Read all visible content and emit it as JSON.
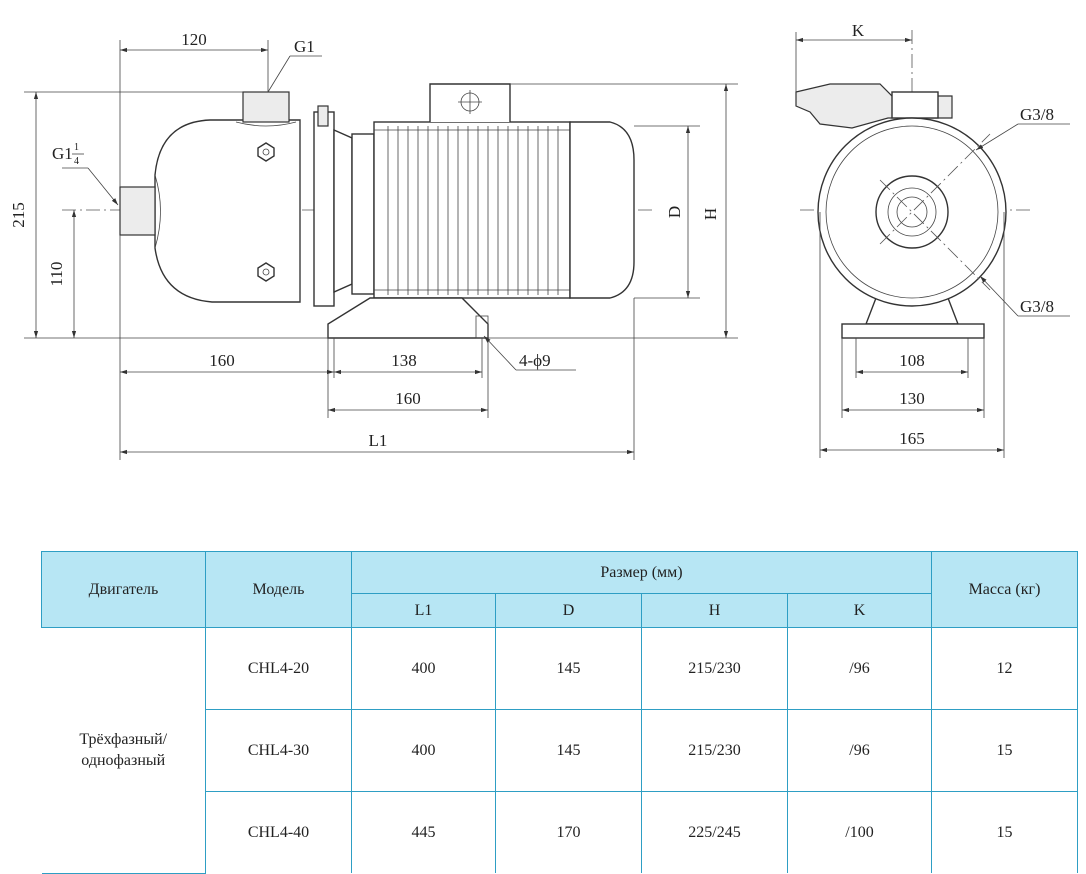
{
  "drawing": {
    "side_view": {
      "dim_120": "120",
      "label_g1": "G1",
      "label_g1_quarter_main": "G1",
      "label_g1_quarter_num": "1",
      "label_g1_quarter_den": "4",
      "dim_215": "215",
      "dim_110": "110",
      "label_d": "D",
      "label_h": "H",
      "dim_160_left": "160",
      "dim_138": "138",
      "label_4phi9": "4-ϕ9",
      "dim_160_base": "160",
      "label_l1": "L1"
    },
    "end_view": {
      "label_k": "K",
      "label_g38_top": "G3/8",
      "label_g38_bottom": "G3/8",
      "dim_108": "108",
      "dim_130": "130",
      "dim_165": "165"
    }
  },
  "table": {
    "header": {
      "motor": "Двигатель",
      "model": "Модель",
      "size_group": "Размер (мм)",
      "l1": "L1",
      "d": "D",
      "h": "H",
      "k": "K",
      "mass": "Масса (кг)"
    },
    "motor_type_line1": "Трёхфазный/",
    "motor_type_line2": "однофазный",
    "rows": [
      {
        "model": "CHL4-20",
        "l1": "400",
        "d": "145",
        "h": "215/230",
        "k": "/96",
        "mass": "12"
      },
      {
        "model": "CHL4-30",
        "l1": "400",
        "d": "145",
        "h": "215/230",
        "k": "/96",
        "mass": "15"
      },
      {
        "model": "CHL4-40",
        "l1": "445",
        "d": "170",
        "h": "225/245",
        "k": "/100",
        "mass": "15"
      }
    ]
  }
}
